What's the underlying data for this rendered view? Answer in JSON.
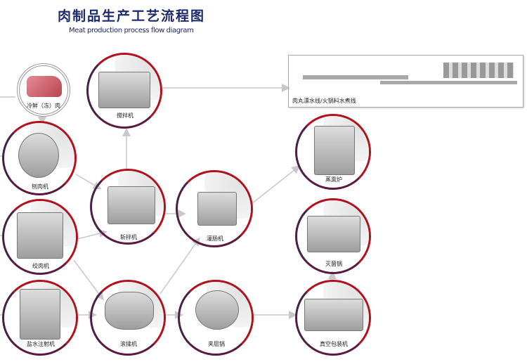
{
  "title": {
    "cn": "肉制品生产工艺流程图",
    "en": "Meat production process flow diagram"
  },
  "nodes": {
    "raw_meat": "冷鲜（冻）肉",
    "mixer": "搅拌机",
    "slicer": "刨肉机",
    "chopper": "斩拌机",
    "stuffer": "灌肠机",
    "grinder": "绞肉机",
    "injector": "盐水注射机",
    "tumbler": "滚揉机",
    "jacketed_kettle": "夹层锅",
    "smokehouse": "蒸熏炉",
    "sterilizer": "灭菌锅",
    "vacuum_packer": "真空包装机",
    "production_line": "肉丸漂水线/火锅料水煮线"
  }
}
